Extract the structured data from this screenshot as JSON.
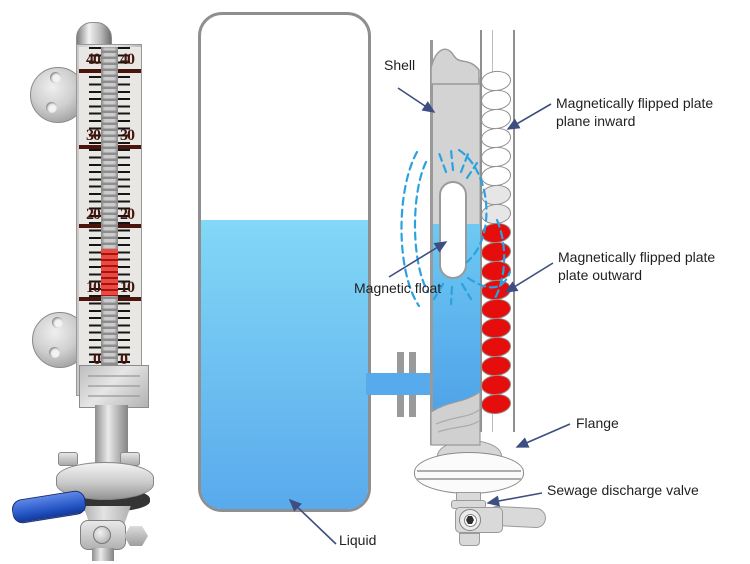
{
  "left_gauge": {
    "scale_values": [
      "40",
      "30",
      "20",
      "10",
      "0"
    ]
  },
  "diagram": {
    "labels": {
      "shell": "Shell",
      "plate_inward": "Magnetically flipped plate\nplane inward",
      "magnetic_float": "Magnetic float",
      "plate_outward": "Magnetically flipped plate\nplate outward",
      "flange": "Flange",
      "sewage_valve": "Sewage discharge valve",
      "liquid": "Liquid"
    },
    "colors": {
      "liquid_top": "#82d8f6",
      "liquid_bottom": "#59aaec",
      "plate_red": "#e60d0d",
      "shell_gray": "#d3d3d3",
      "outline_gray": "#8f8f8f",
      "arrow": "#3d4e80",
      "magnetic_field_dash": "#2aa2e2",
      "valve_handle_blue": "#2d5fd0",
      "scale_number": "#42150d"
    }
  }
}
